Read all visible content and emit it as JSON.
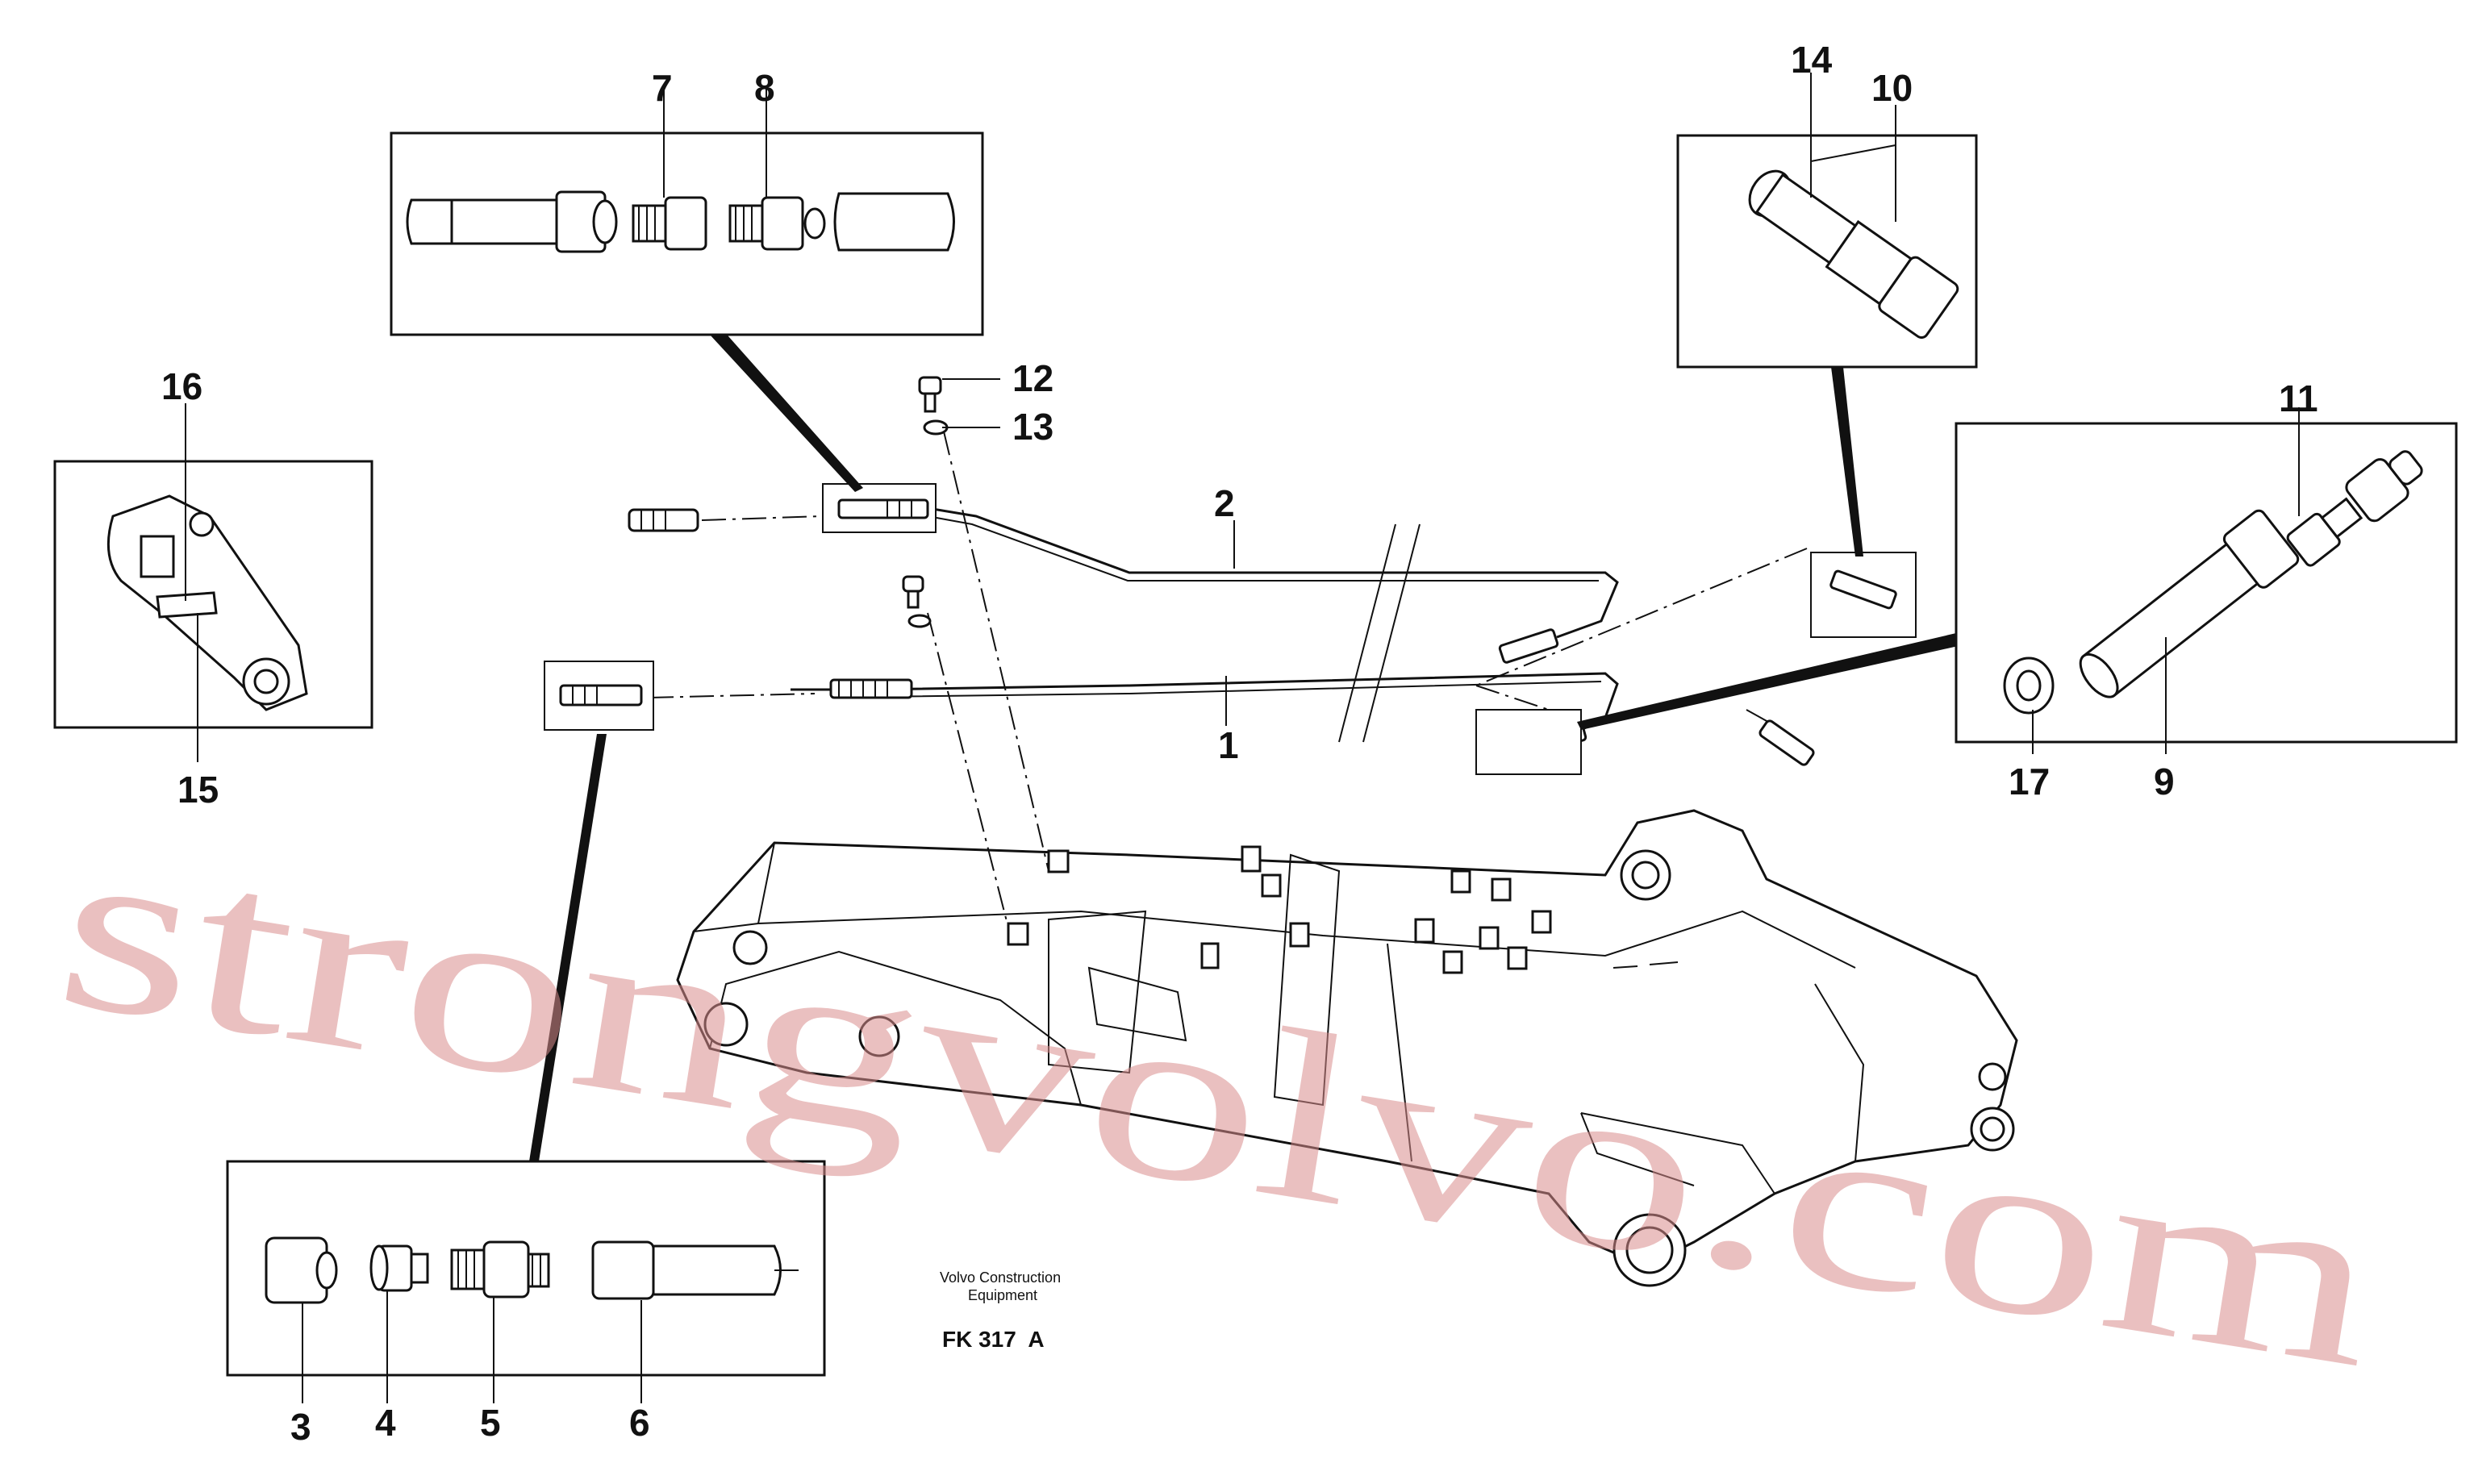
{
  "callouts": {
    "n1": "1",
    "n2": "2",
    "n3": "3",
    "n4": "4",
    "n5": "5",
    "n6": "6",
    "n7": "7",
    "n8": "8",
    "n9": "9",
    "n10": "10",
    "n11": "11",
    "n12": "12",
    "n13": "13",
    "n14": "14",
    "n15": "15",
    "n16": "16",
    "n17": "17"
  },
  "caption": {
    "line1": "Volvo Construction",
    "line2": "Equipment",
    "figure_code": "FK 317  A"
  },
  "watermark": "strongvolvo.com",
  "colors": {
    "ink": "#111111",
    "watermark": "#d98c8c",
    "background": "#ffffff"
  }
}
